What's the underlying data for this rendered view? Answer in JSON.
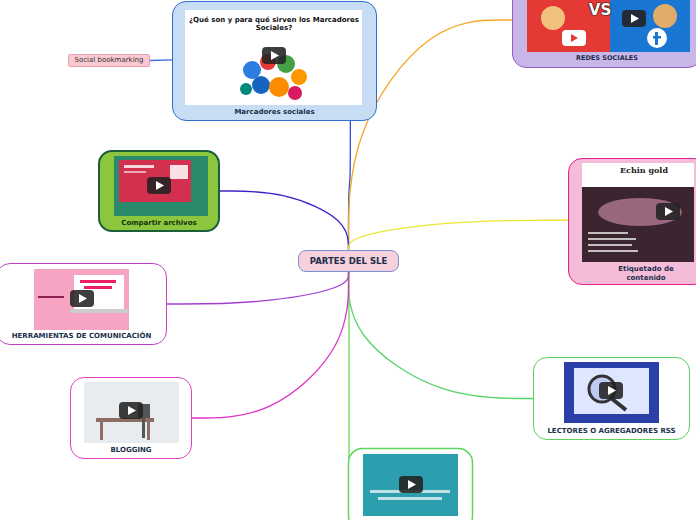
{
  "diagram": {
    "nodes": [
      {
        "text": [
          "Marcadores sociales"
        ]
      },
      {
        "text": [
          "REDES SOCIALES"
        ]
      },
      {
        "text": [
          "Social bookmarking"
        ]
      },
      {
        "text": [
          "Compartir archivos"
        ]
      },
      {
        "text": [
          "Etiquetado de contenido"
        ]
      },
      {
        "text": [
          "PARTES DEL SLE"
        ]
      },
      {
        "text": [
          "HERRAMIENTAS DE COMUNICACIÓN"
        ]
      },
      {
        "text": [
          "LECTORES O AGREGADORES RSS"
        ]
      },
      {
        "text": [
          "BLOGGING"
        ]
      }
    ],
    "edges": [
      {
        "from": 5,
        "to": 0,
        "arrow": "none"
      },
      {
        "from": 0,
        "to": 2,
        "arrow": "none"
      },
      {
        "from": 5,
        "to": 1,
        "arrow": "none"
      },
      {
        "from": 5,
        "to": 3,
        "arrow": "none"
      },
      {
        "from": 5,
        "to": 4,
        "arrow": "none"
      },
      {
        "from": 5,
        "to": 6,
        "arrow": "none"
      },
      {
        "from": 5,
        "to": 7,
        "arrow": "none"
      },
      {
        "from": 5,
        "to": 8,
        "arrow": "none"
      }
    ],
    "labels": [
      "¿Qué son y para qué sirven los Marcadores Sociales?",
      "VS",
      "Echin gold"
    ]
  }
}
